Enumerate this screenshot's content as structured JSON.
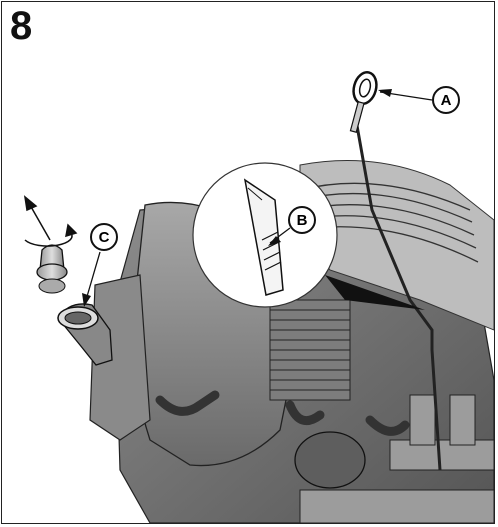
{
  "figure": {
    "step_number": "8",
    "callouts": [
      {
        "letter": "A",
        "icon": "dipstick"
      },
      {
        "letter": "B",
        "icon": "dipstick-level-marks"
      },
      {
        "letter": "C",
        "icon": "oil-fill-tube"
      }
    ],
    "colors": {
      "ink": "#111111",
      "engine_dark": "#6d6d6d",
      "engine_mid": "#9a9a9a",
      "engine_light": "#c4c4c4",
      "background": "#ffffff"
    }
  }
}
